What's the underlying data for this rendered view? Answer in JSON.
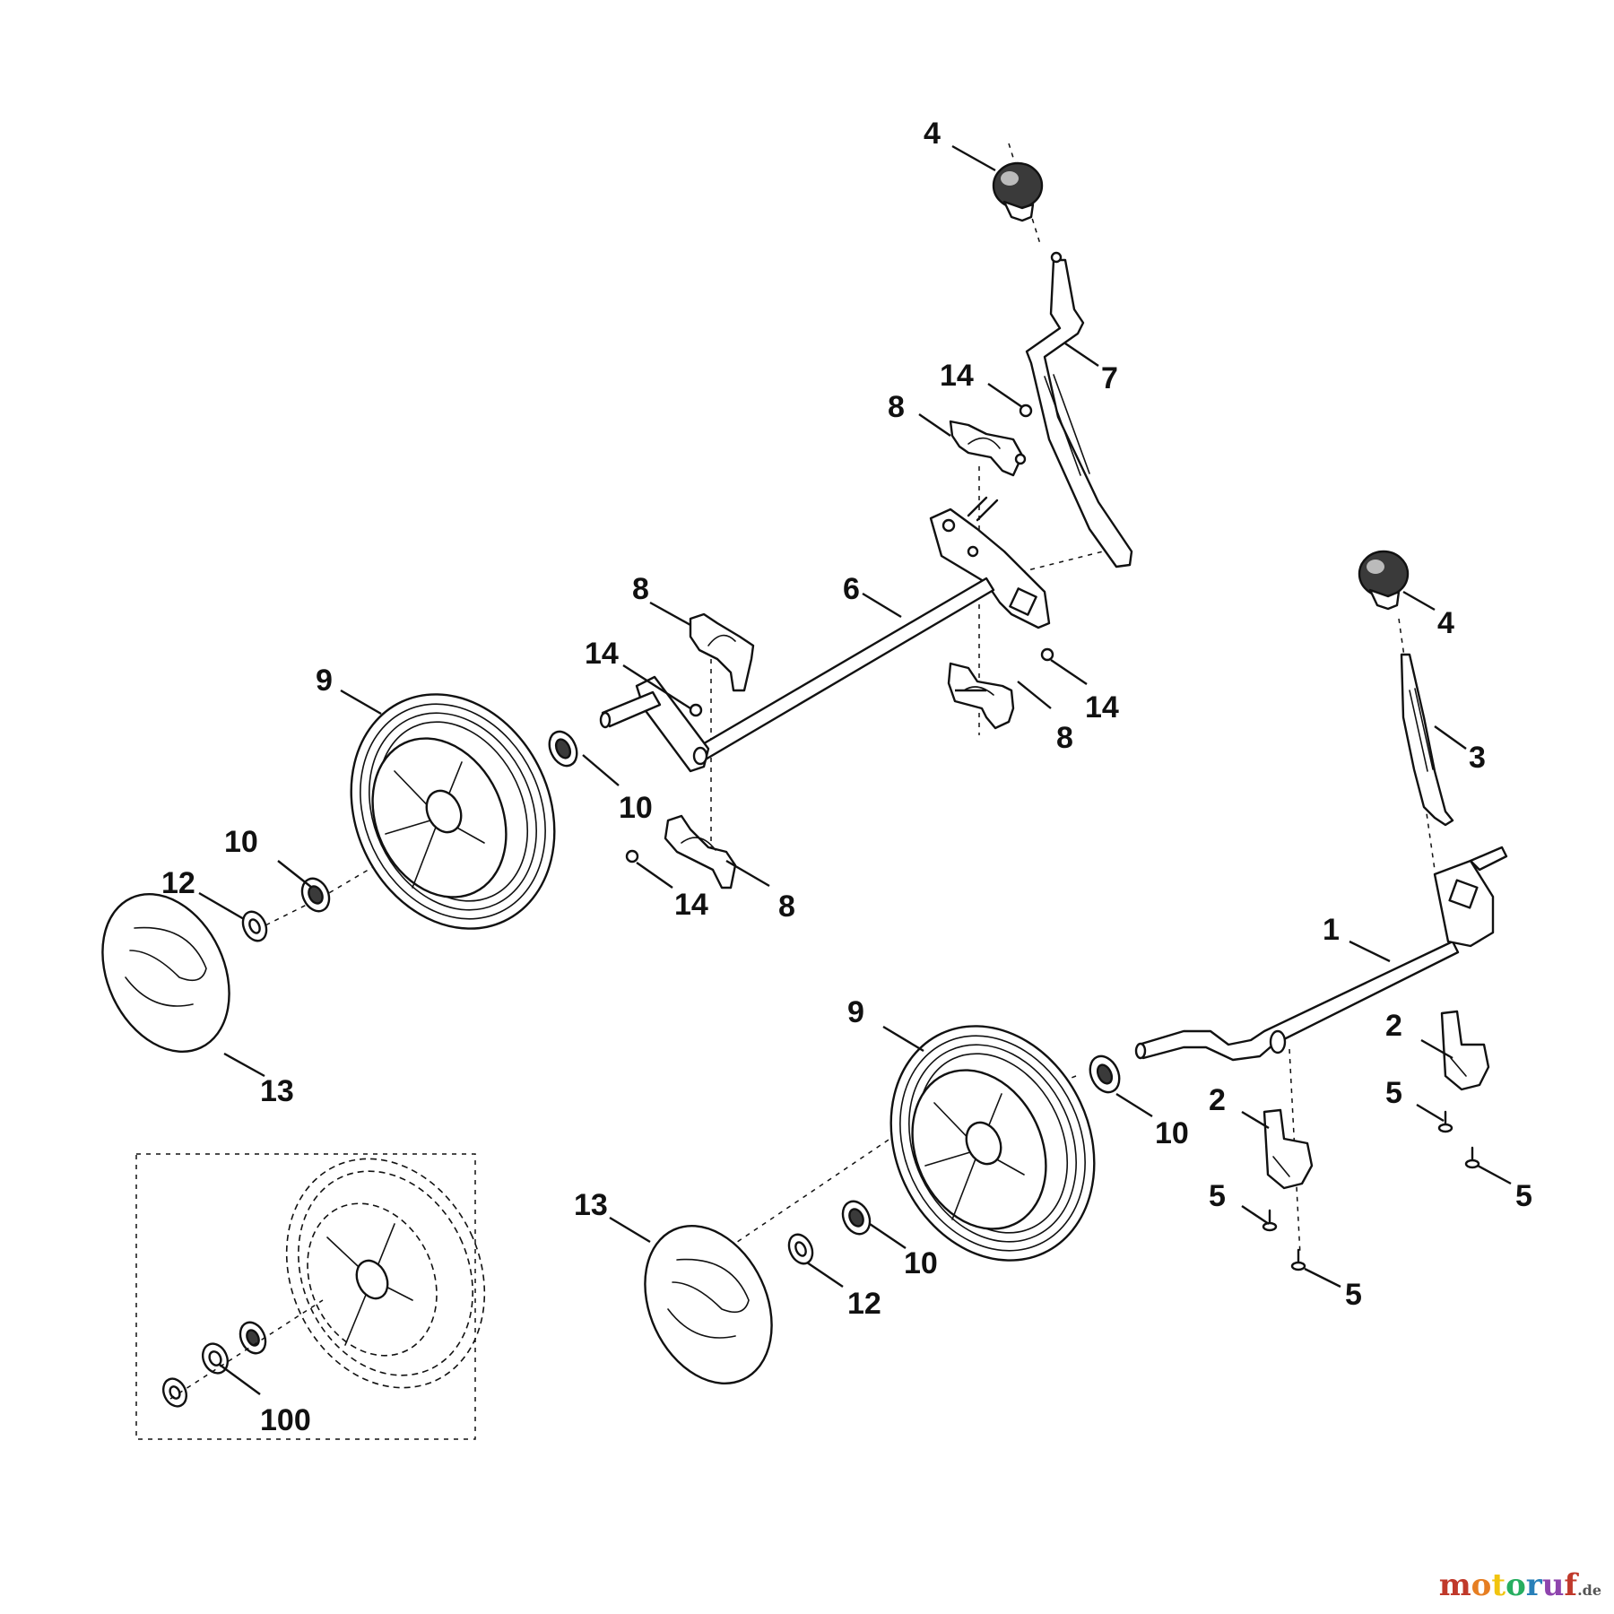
{
  "callouts": {
    "c1": "1",
    "c2a": "2",
    "c2b": "2",
    "c3": "3",
    "c4a": "4",
    "c4b": "4",
    "c5a": "5",
    "c5b": "5",
    "c5c": "5",
    "c5d": "5",
    "c6": "6",
    "c7": "7",
    "c8a": "8",
    "c8b": "8",
    "c8c": "8",
    "c8d": "8",
    "c9a": "9",
    "c9b": "9",
    "c10a": "10",
    "c10b": "10",
    "c10c": "10",
    "c10d": "10",
    "c12a": "12",
    "c12b": "12",
    "c13a": "13",
    "c13b": "13",
    "c14a": "14",
    "c14b": "14",
    "c14c": "14",
    "c14d": "14",
    "c100": "100"
  },
  "watermark": {
    "brand": "motoruf",
    "tld": ".de"
  }
}
